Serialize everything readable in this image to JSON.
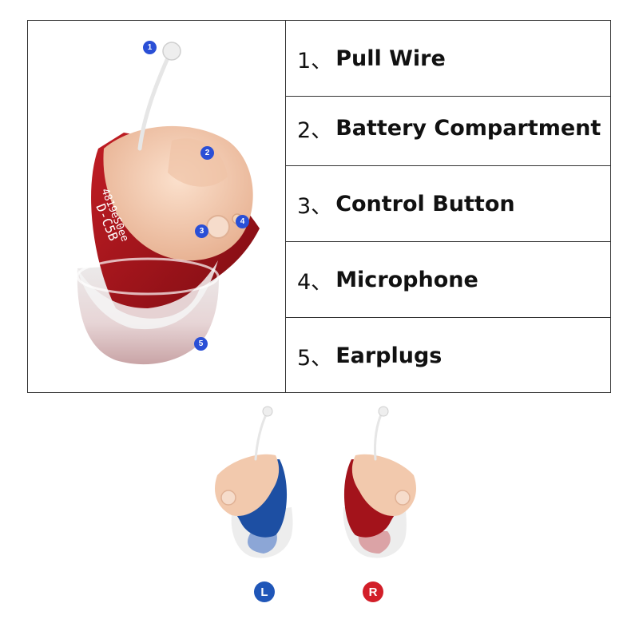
{
  "parts": [
    {
      "num": "1、",
      "label": "Pull Wire"
    },
    {
      "num": "2、",
      "label": "Battery Compartment"
    },
    {
      "num": "3、",
      "label": "Control Button"
    },
    {
      "num": "4、",
      "label": "Microphone"
    },
    {
      "num": "5、",
      "label": "Earplugs"
    }
  ],
  "callouts": [
    "1",
    "2",
    "3",
    "4",
    "5"
  ],
  "device_print": {
    "serial": "4819eS0ee",
    "model": "D-C5B"
  },
  "variants": [
    {
      "side": "L",
      "color": "#1f56b8"
    },
    {
      "side": "R",
      "color": "#d21e28"
    }
  ],
  "colors": {
    "shell_red": "#a3131b",
    "shell_blue": "#1d4fa3",
    "faceplate": "#f2c9ad",
    "callout_blue": "#2a4fd6"
  }
}
